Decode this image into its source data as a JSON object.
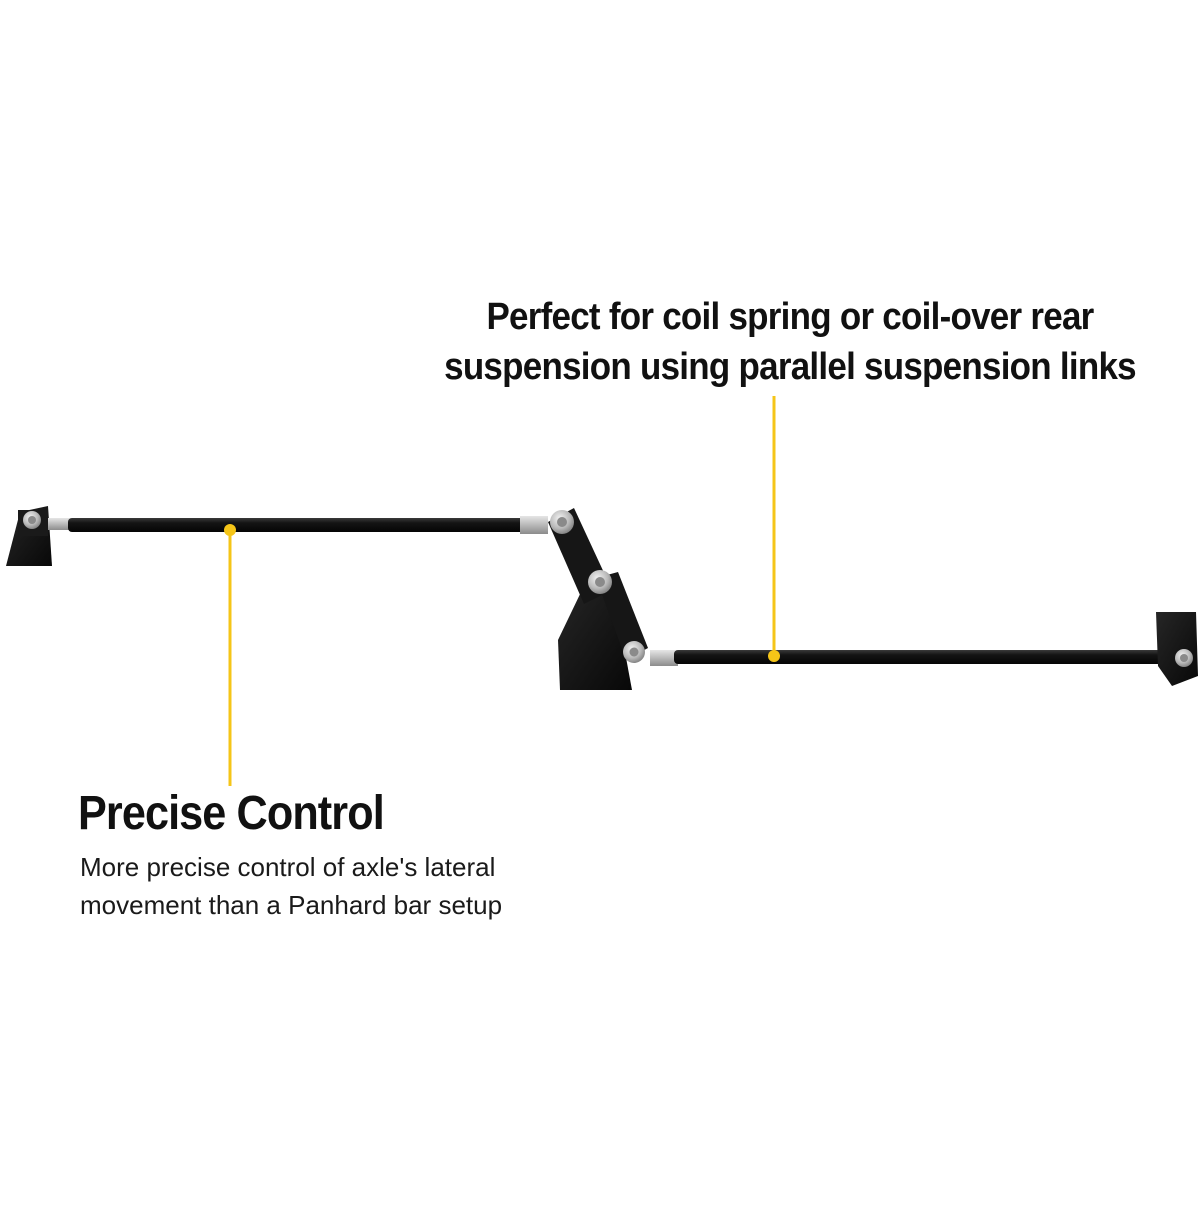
{
  "callout_top": {
    "lines": [
      "Perfect for coil spring or coil-over rear",
      "suspension using parallel suspension links"
    ]
  },
  "callout_bottom": {
    "heading": "Precise Control",
    "lines": [
      "More precise control of axle's lateral",
      "movement than a Panhard bar setup"
    ]
  },
  "colors": {
    "accent": "#f5c518",
    "bar": "#111111",
    "text": "#111111",
    "background": "#ffffff"
  }
}
